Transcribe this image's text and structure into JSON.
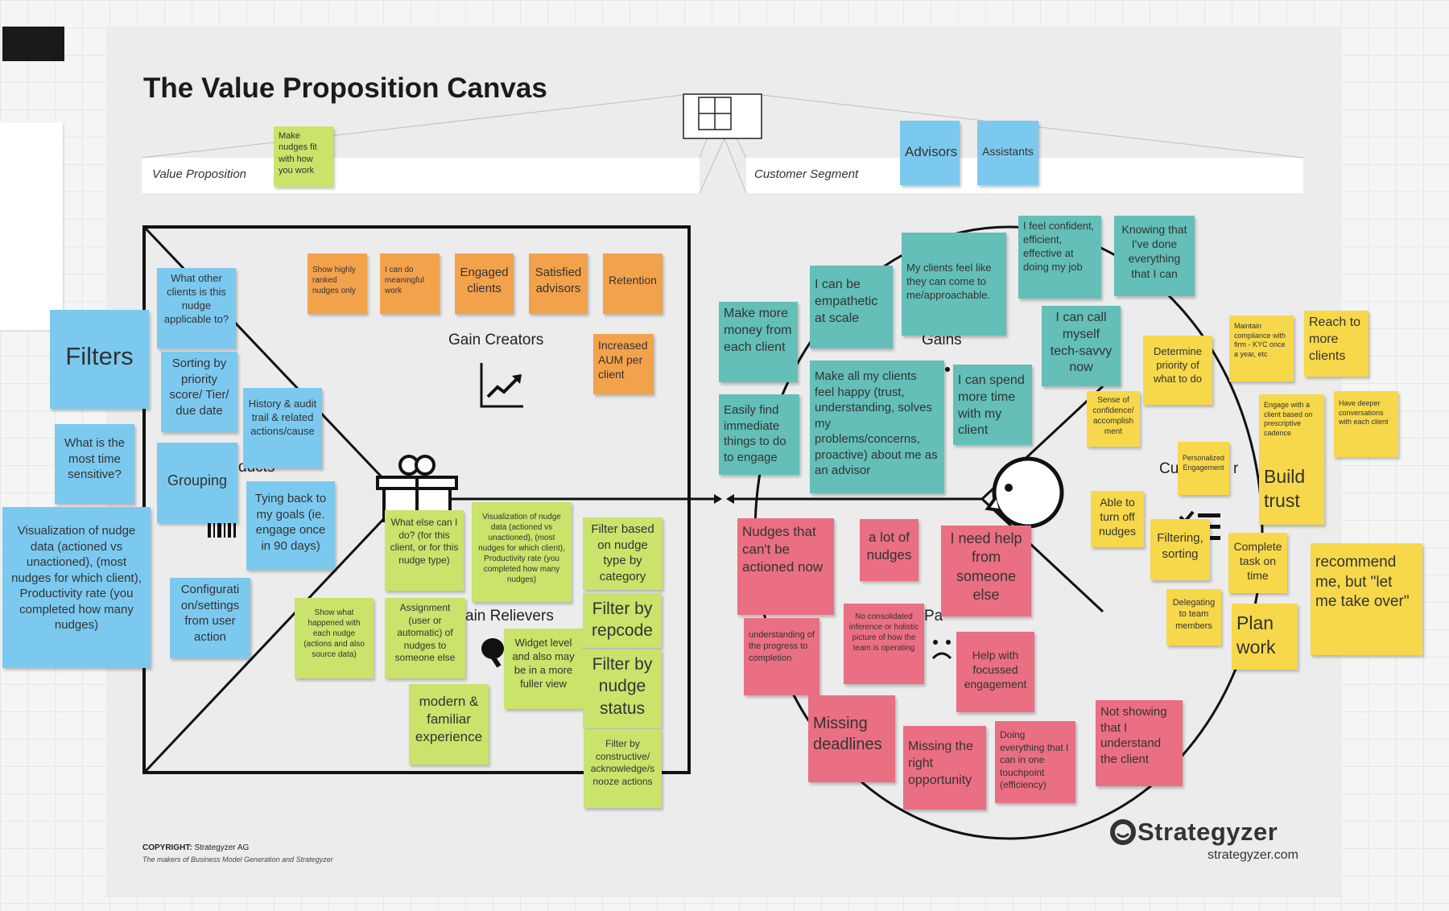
{
  "header": {
    "title": "The Value Proposition Canvas",
    "value_proposition_label": "Value Proposition",
    "customer_segment_label": "Customer Segment"
  },
  "canvas_labels": {
    "gain_creators": "Gain Creators",
    "pain_relievers_partial": "ain Relievers",
    "products_partial": "ducts",
    "gains": "Gains",
    "pains_partial": "Pa",
    "customer_jobs_partial_left": "Cu",
    "customer_jobs_partial_right": "r"
  },
  "notes": {
    "make_nudges_fit": "Make nudges fit with how you work",
    "advisors": "Advisors",
    "assistants": "Assistants",
    "filters": "Filters",
    "what_other_clients": "What other clients is this nudge applicable to?",
    "sorting_priority": "Sorting by priority score/ Tier/ due date",
    "history_audit": "History & audit trail & related actions/cause",
    "most_time_sensitive": "What is the most time sensitive?",
    "grouping": "Grouping",
    "tying_goals": "Tying back to my goals (ie. engage once in 90 days)",
    "visualization_left": "Visualization of nudge data (actioned vs unactioned), (most nudges for which client), Productivity rate (you completed how many nudges)",
    "configuration": "Configurati on/settings from user action",
    "show_ranked": "Show highly ranked nudges only",
    "meaningful_work": "I can do meaningful work",
    "engaged_clients": "Engaged clients",
    "satisfied_advisors": "Satisfied advisors",
    "retention": "Retention",
    "increased_aum": "Increased AUM per client",
    "what_else": "What else can I do? (for this client, or for this nudge type)",
    "visualization_center": "Visualization of nudge data (actioned vs unactioned), (most nudges for which client), Productivity rate (you completed how many nudges)",
    "filter_type": "Filter based on nudge type by category",
    "show_what_happened": "Show what happened with each nudge (actions and also source data)",
    "assignment": "Assignment (user or automatic) of nudges to someone else",
    "widget_level": "Widget level and also may be in a more fuller view",
    "filter_repcode": "Filter by repcode",
    "filter_status": "Filter by nudge status",
    "modern_familiar": "modern & familiar experience",
    "filter_constructive": "Filter by constructive/ acknowledge/s nooze actions",
    "make_more_money": "Make more money from each client",
    "empathetic": "I can be empathetic at scale",
    "clients_feel_like": "My clients feel like they can come to me/approachable.",
    "feel_confident": "I feel confident, efficient, effective at doing my job",
    "knowing_done": "Knowing that I've done everything that I can",
    "easily_find": "Easily find immediate things to do to engage",
    "make_clients_happy": "Make all my clients feel happy (trust, understanding, solves my problems/concerns, proactive) about me as an advisor",
    "spend_time": "I can spend more time with my client",
    "tech_savvy": "I can call myself tech-savvy now",
    "determine_priority": "Determine priority of what to do",
    "maintain_compliance": "Maintain compliance with firm - KYC once a year, etc",
    "reach_more": "Reach to more clients",
    "sense_confidence": "Sense of confidence/ accomplish ment",
    "engage_client_cadence": "Engage with a client based on prescriptive cadence",
    "deeper_conversations": "Have deeper conversations with each client",
    "personalized": "Personalized Engagement",
    "build_trust": "Build trust",
    "able_turn_off": "Able to turn off nudges",
    "filtering_sorting": "Filtering, sorting",
    "complete_task": "Complete task on time",
    "recommend_me": "recommend me, but \"let me take over\"",
    "delegating": "Delegating to team members",
    "plan_work": "Plan work",
    "nudges_cant": "Nudges that can't be actioned now",
    "lot_of_nudges": "a lot of nudges",
    "need_help": "I need help from someone else",
    "understanding_progress": "understanding of the progress to completion",
    "no_consolidated": "No consolidated inference or holistic picture of how the team is operating",
    "help_focussed": "Help with focussed engagement",
    "missing_deadlines": "Missing deadlines",
    "missing_opportunity": "Missing the right opportunity",
    "doing_everything": "Doing everything that I can in one touchpoint (efficiency)",
    "not_showing": "Not showing that I understand the client"
  },
  "footer": {
    "copyright_label": "COPYRIGHT:",
    "copyright_text": "Strategyzer AG",
    "tagline": "The makers of Business Model Generation and Strategyzer",
    "brand": "Strategyzer",
    "brand_url": "strategyzer.com"
  }
}
